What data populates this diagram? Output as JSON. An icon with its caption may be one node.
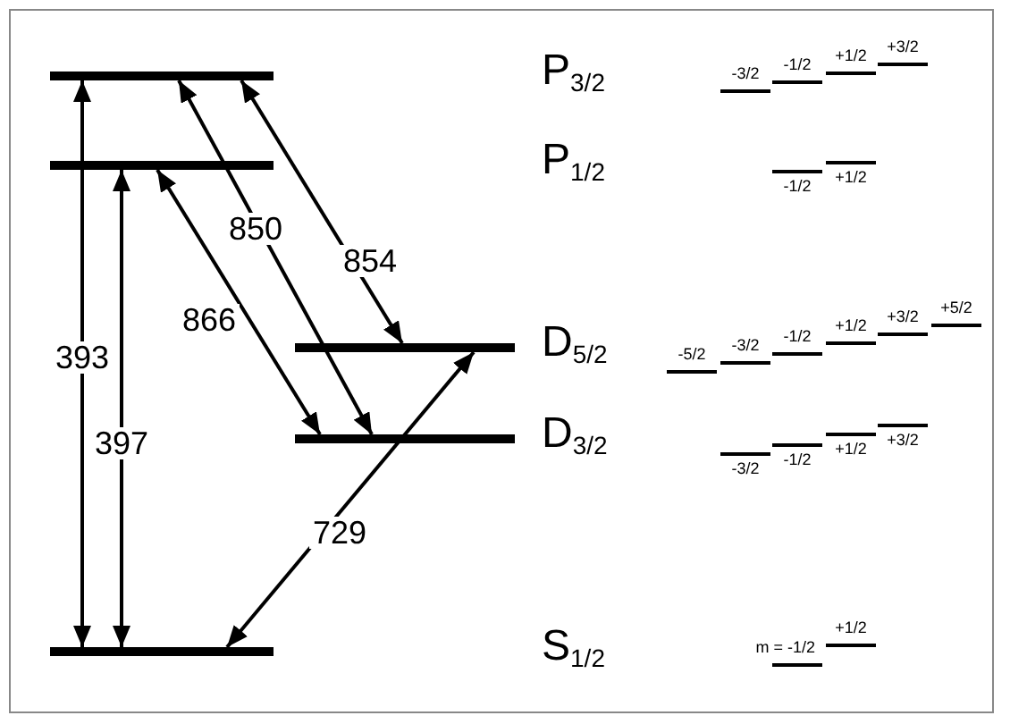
{
  "diagram": {
    "nodes": [
      {
        "text": [],
        "shape": "bar"
      },
      {
        "text": [],
        "shape": "bar"
      },
      {
        "text": [],
        "shape": "bar"
      },
      {
        "text": [],
        "shape": "bar"
      },
      {
        "text": [],
        "shape": "bar"
      }
    ],
    "edges": [
      {
        "from": 4,
        "to": 0,
        "arrow": "both",
        "label": "393"
      },
      {
        "from": 4,
        "to": 1,
        "arrow": "both",
        "label": "397"
      },
      {
        "from": 1,
        "to": 3,
        "arrow": "both",
        "label": "866"
      },
      {
        "from": 0,
        "to": 3,
        "arrow": "both",
        "label": "850"
      },
      {
        "from": 0,
        "to": 2,
        "arrow": "both",
        "label": "854"
      },
      {
        "from": 4,
        "to": 2,
        "arrow": "both",
        "label": "729"
      }
    ],
    "labels": [
      "P$_{3/2}$",
      "P$_{1/2}$",
      "D$_{5/2}$",
      "D$_{3/2}$",
      "S$_{1/2}$",
      "-3/2",
      "-1/2",
      "+1/2",
      "+3/2",
      "-1/2",
      "+1/2",
      "-5/2",
      "-3/2",
      "-1/2",
      "+1/2",
      "+3/2",
      "+5/2",
      "-3/2",
      "-1/2",
      "+1/2",
      "+3/2",
      "m = -1/2",
      "+1/2"
    ]
  }
}
